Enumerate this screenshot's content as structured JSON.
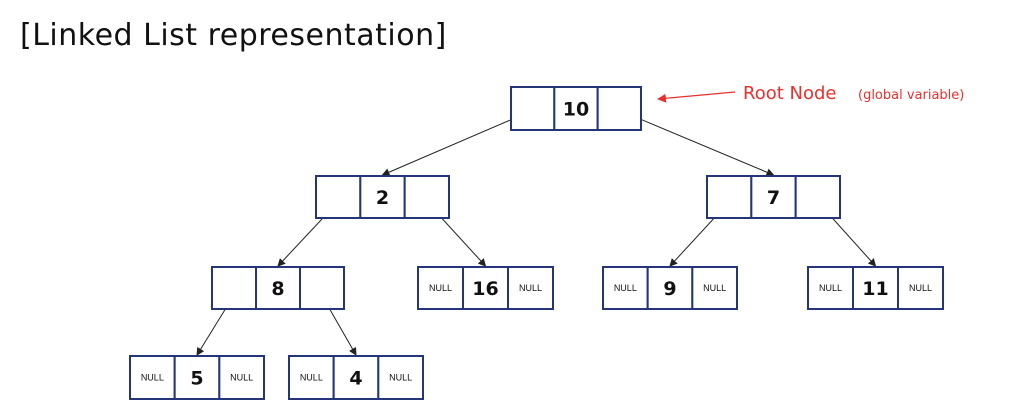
{
  "title": "[Linked List representation]",
  "null_label": "NULL",
  "annotation": {
    "main": "Root Node",
    "sub": "(global  variable)",
    "color": "#e8302d"
  },
  "colors": {
    "cell_border": "#24357a",
    "edge": "#222222"
  },
  "nodes": [
    {
      "id": "n10",
      "value": "10",
      "left": "",
      "right": ""
    },
    {
      "id": "n2",
      "value": "2",
      "left": "",
      "right": ""
    },
    {
      "id": "n7",
      "value": "7",
      "left": "",
      "right": ""
    },
    {
      "id": "n8",
      "value": "8",
      "left": "",
      "right": ""
    },
    {
      "id": "n16",
      "value": "16",
      "left": "NULL",
      "right": "NULL"
    },
    {
      "id": "n9",
      "value": "9",
      "left": "NULL",
      "right": "NULL"
    },
    {
      "id": "n11",
      "value": "11",
      "left": "NULL",
      "right": "NULL"
    },
    {
      "id": "n5",
      "value": "5",
      "left": "NULL",
      "right": "NULL"
    },
    {
      "id": "n4",
      "value": "4",
      "left": "NULL",
      "right": "NULL"
    }
  ],
  "edges": [
    {
      "from": "n10",
      "side": "left",
      "to": "n2"
    },
    {
      "from": "n10",
      "side": "right",
      "to": "n7"
    },
    {
      "from": "n2",
      "side": "left",
      "to": "n8"
    },
    {
      "from": "n2",
      "side": "right",
      "to": "n16"
    },
    {
      "from": "n7",
      "side": "left",
      "to": "n9"
    },
    {
      "from": "n7",
      "side": "right",
      "to": "n11"
    },
    {
      "from": "n8",
      "side": "left",
      "to": "n5"
    },
    {
      "from": "n8",
      "side": "right",
      "to": "n4"
    }
  ]
}
